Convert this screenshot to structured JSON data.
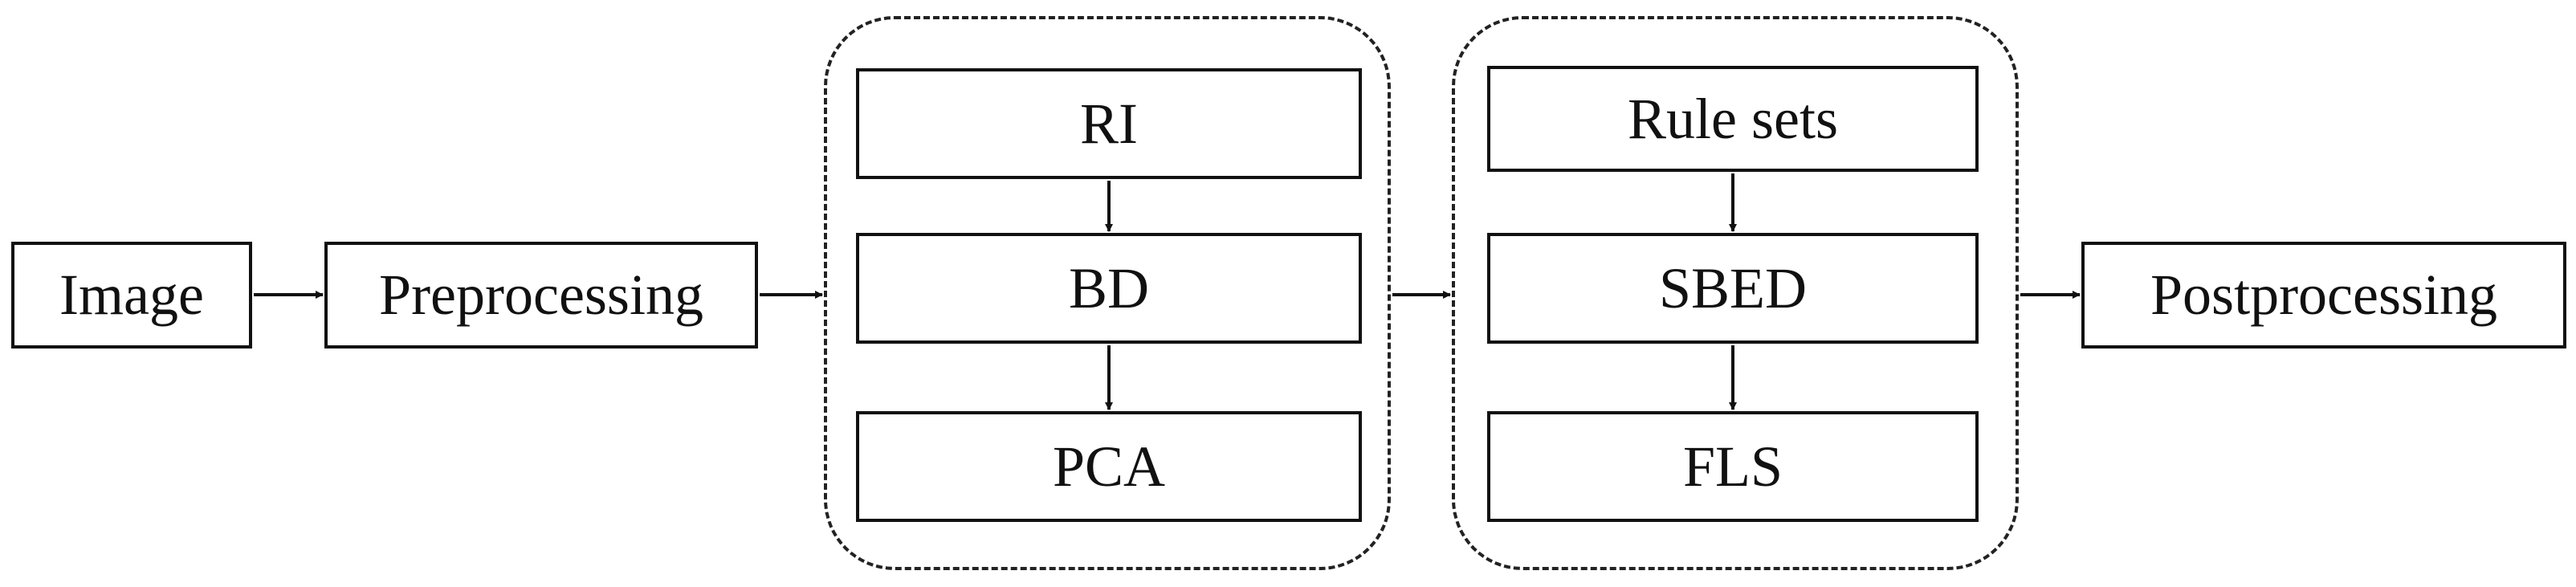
{
  "diagram": {
    "nodes": {
      "image": "Image",
      "preprocessing": "Preprocessing",
      "ri": "RI",
      "bd": "BD",
      "pca": "PCA",
      "rule_sets": "Rule sets",
      "sbed": "SBED",
      "fls": "FLS",
      "postprocessing": "Postprocessing"
    },
    "edges": [
      [
        "image",
        "preprocessing"
      ],
      [
        "preprocessing",
        "group_1"
      ],
      [
        "ri",
        "bd"
      ],
      [
        "bd",
        "pca"
      ],
      [
        "group_1",
        "group_2"
      ],
      [
        "rule_sets",
        "sbed"
      ],
      [
        "sbed",
        "fls"
      ],
      [
        "group_2",
        "postprocessing"
      ]
    ],
    "groups": {
      "group_1": [
        "ri",
        "bd",
        "pca"
      ],
      "group_2": [
        "rule_sets",
        "sbed",
        "fls"
      ]
    },
    "colors": {
      "stroke": "#111111",
      "background": "#ffffff"
    }
  }
}
